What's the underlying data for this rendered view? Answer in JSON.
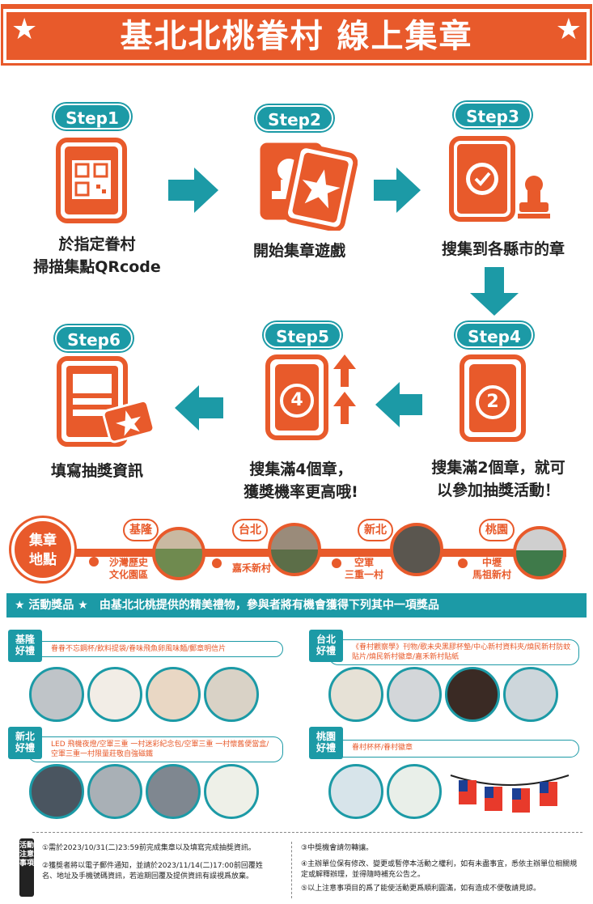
{
  "banner": {
    "title": "基北北桃眷村 線上集章",
    "star_left": "★",
    "star_right": "★"
  },
  "steps": [
    {
      "label": "Step1",
      "text1": "於指定眷村",
      "text2": "掃描集點QRcode"
    },
    {
      "label": "Step2",
      "text1": "開始集章遊戲",
      "text2": ""
    },
    {
      "label": "Step3",
      "text1": "搜集到各縣市的章",
      "text2": ""
    },
    {
      "label": "Step4",
      "text1": "搜集滿2個章，就可",
      "text2": "以參加抽獎活動！",
      "badge": "2"
    },
    {
      "label": "Step5",
      "text1": "搜集滿4個章，",
      "text2": "獲獎機率更高哦!",
      "badge": "4"
    },
    {
      "label": "Step6",
      "text1": "填寫抽獎資訊",
      "text2": ""
    }
  ],
  "map": {
    "title_line1": "集章",
    "title_line2": "地點",
    "cities": [
      "基隆",
      "台北",
      "新北",
      "桃園"
    ],
    "places": [
      {
        "line1": "沙灣歷史",
        "line2": "文化園區"
      },
      {
        "line1": "嘉禾新村",
        "line2": ""
      },
      {
        "line1": "空軍",
        "line2": "三重一村"
      },
      {
        "line1": "中壢",
        "line2": "馬祖新村"
      }
    ]
  },
  "prizes": {
    "header": "★ 活動獎品 ★　由基北北桃提供的精美禮物，參與者將有機會獲得下列其中一項獎品",
    "groups": [
      {
        "tag1": "基隆",
        "tag2": "好禮",
        "desc": "眷眷不忘鋼杯/飲料提袋/眷味飛魚卵風味麵/郵章明信片"
      },
      {
        "tag1": "台北",
        "tag2": "好禮",
        "desc": "《眷村觀察學》刊物/歌未央黑膠杯墊/中心新村資料夾/燒民新村防蚊貼片/燒民新村徽章/嘉禾新村貼紙"
      },
      {
        "tag1": "新北",
        "tag2": "好禮",
        "desc": "LED 飛機夜燈/空軍三重 一村迷彩紀念包/空軍三重 一村懷舊便當盒/空軍三重一村限量莊敬自強磁鐵"
      },
      {
        "tag1": "桃園",
        "tag2": "好禮",
        "desc": "眷村杯杯/眷村徽章"
      }
    ]
  },
  "notes": {
    "tag": "活動注意事項",
    "items": [
      "①需於2023/10/31(二)23:59前完成集章以及填寫完成抽獎資訊。",
      "②獲獎者將以電子郵件通知，並請於2023/11/14(二)17:00前回覆姓名、地址及手機號碼資訊，若逾期回覆及提供資訊有誤視爲放棄。",
      "③中獎機會請勿轉讓。",
      "④主辦單位保有修改、變更或暫停本活動之權利，如有未盡事宜，悉依主辦單位相關規定或解釋辦理，並得隨時補充公告之。",
      "⑤以上注意事項目的爲了能使活動更爲順利圓滿，如有造成不便敬請見諒。"
    ]
  },
  "colors": {
    "orange": "#e85a2b",
    "teal": "#1c9aa6"
  }
}
